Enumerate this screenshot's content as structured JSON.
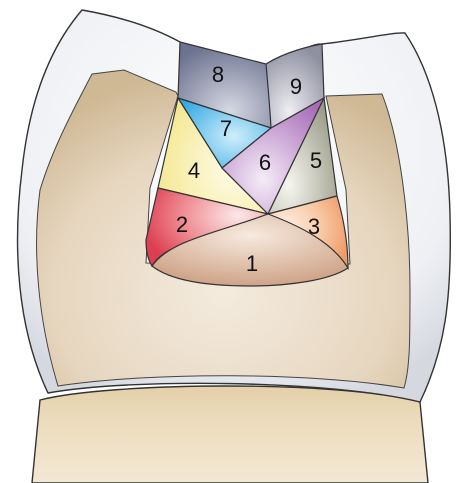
{
  "segments": [
    {
      "label": "1",
      "color": "#d9b49c"
    },
    {
      "label": "2",
      "color": "#e55b69"
    },
    {
      "label": "3",
      "color": "#f2a97d"
    },
    {
      "label": "4",
      "color": "#f7ef9f"
    },
    {
      "label": "5",
      "color": "#a8a89a"
    },
    {
      "label": "6",
      "color": "#c79ed1"
    },
    {
      "label": "7",
      "color": "#49b6ea"
    },
    {
      "label": "8",
      "color": "#8d93a9"
    },
    {
      "label": "9",
      "color": "#a4a6b1"
    }
  ]
}
